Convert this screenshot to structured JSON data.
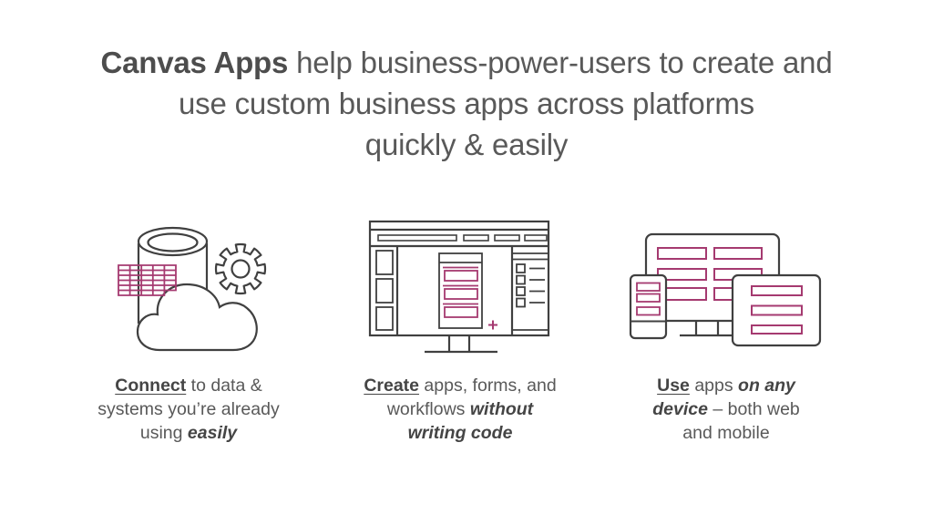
{
  "slide": {
    "background": "#ffffff",
    "colors": {
      "title_text": "#595959",
      "caption_text": "#595959",
      "emphasis_text": "#454545",
      "icon_outline": "#404040",
      "accent_pink": "#A53A70"
    },
    "title": {
      "lines": [
        [
          {
            "t": "Canvas Apps",
            "s": "semibold"
          },
          {
            "t": " help business-power-users to create and",
            "s": "light"
          }
        ],
        [
          {
            "t": "use custom business apps across platforms",
            "s": "light"
          }
        ],
        [
          {
            "t": "quickly & easily",
            "s": "light"
          }
        ]
      ]
    },
    "columns": [
      {
        "icon": "data-cloud-gear-icon",
        "caption_lines": [
          [
            {
              "t": "Connect",
              "s": "bold-underline"
            },
            {
              "t": " to data &",
              "s": "normal"
            }
          ],
          [
            {
              "t": "systems you’re already",
              "s": "normal"
            }
          ],
          [
            {
              "t": "using ",
              "s": "normal"
            },
            {
              "t": "easily",
              "s": "bold-italic"
            }
          ]
        ]
      },
      {
        "icon": "app-editor-monitor-icon",
        "caption_lines": [
          [
            {
              "t": "Create",
              "s": "bold-underline"
            },
            {
              "t": " apps, forms, and",
              "s": "normal"
            }
          ],
          [
            {
              "t": "workflows ",
              "s": "normal"
            },
            {
              "t": "without",
              "s": "bold-italic"
            }
          ],
          [
            {
              "t": "writing code",
              "s": "bold-italic"
            }
          ]
        ]
      },
      {
        "icon": "multi-device-icon",
        "caption_lines": [
          [
            {
              "t": "Use",
              "s": "bold-underline"
            },
            {
              "t": " apps ",
              "s": "normal"
            },
            {
              "t": "on any",
              "s": "bold-italic"
            }
          ],
          [
            {
              "t": "device",
              "s": "bold-italic"
            },
            {
              "t": " – both web",
              "s": "normal"
            }
          ],
          [
            {
              "t": "and mobile",
              "s": "normal"
            }
          ]
        ]
      }
    ]
  }
}
